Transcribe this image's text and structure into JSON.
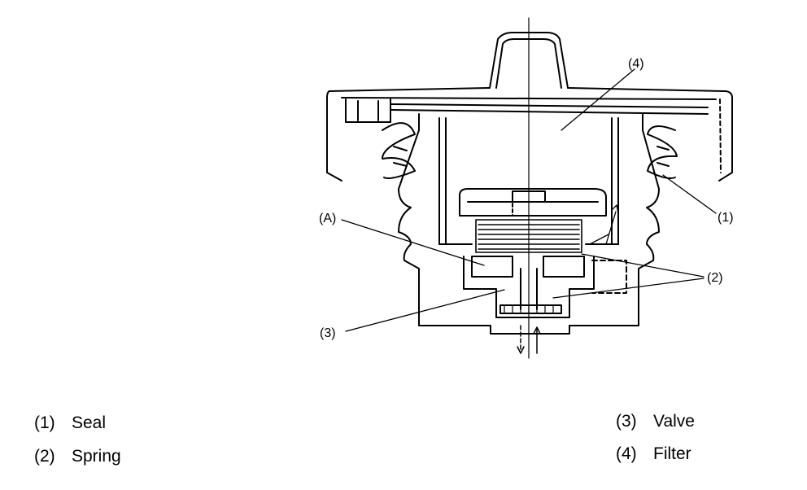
{
  "callouts": {
    "filter": "(4)",
    "seal": "(1)",
    "spring": "(2)",
    "valve": "(3)",
    "detail": "(A)"
  },
  "legend": [
    {
      "num": "(1)",
      "label": "Seal"
    },
    {
      "num": "(2)",
      "label": "Spring"
    },
    {
      "num": "(3)",
      "label": "Valve"
    },
    {
      "num": "(4)",
      "label": "Filter"
    }
  ]
}
